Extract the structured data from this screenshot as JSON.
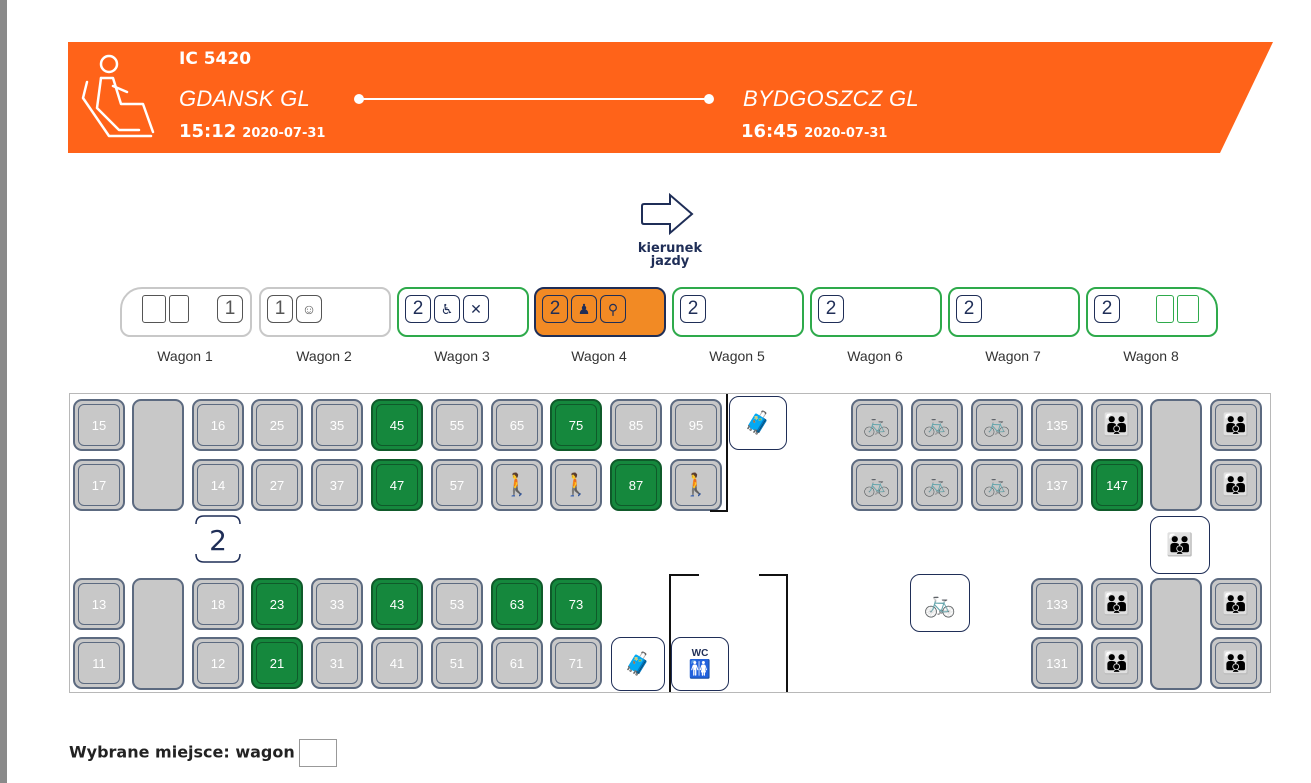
{
  "header": {
    "train_number": "IC 5420",
    "from_station": "GDANSK GL",
    "to_station": "BYDGOSZCZ GL",
    "departure_time": "15:12",
    "departure_date": "2020-07-31",
    "arrival_time": "16:45",
    "arrival_date": "2020-07-31",
    "banner_color": "#ff6319"
  },
  "direction": {
    "line1": "kierunek",
    "line2": "jazdy"
  },
  "wagons": [
    {
      "label": "Wagon 1",
      "class": "1",
      "state": "unavailable"
    },
    {
      "label": "Wagon 2",
      "class": "1",
      "state": "unavailable"
    },
    {
      "label": "Wagon 3",
      "class": "2",
      "state": "available"
    },
    {
      "label": "Wagon 4",
      "class": "2",
      "state": "selected"
    },
    {
      "label": "Wagon 5",
      "class": "2",
      "state": "available"
    },
    {
      "label": "Wagon 6",
      "class": "2",
      "state": "available"
    },
    {
      "label": "Wagon 7",
      "class": "2",
      "state": "available"
    },
    {
      "label": "Wagon 8",
      "class": "2",
      "state": "available"
    }
  ],
  "seats": {
    "s15": "15",
    "s16": "16",
    "s25": "25",
    "s35": "35",
    "s45": "45",
    "s55": "55",
    "s65": "65",
    "s75": "75",
    "s85": "85",
    "s95": "95",
    "s17": "17",
    "s14": "14",
    "s27": "27",
    "s37": "37",
    "s47": "47",
    "s57": "57",
    "s87": "87",
    "s13": "13",
    "s18": "18",
    "s23": "23",
    "s33": "33",
    "s43": "43",
    "s53": "53",
    "s63": "63",
    "s73": "73",
    "s11": "11",
    "s12": "12",
    "s21": "21",
    "s31": "31",
    "s41": "41",
    "s51": "51",
    "s61": "61",
    "s71": "71",
    "s135": "135",
    "s137": "137",
    "s147": "147",
    "s133": "133",
    "s131": "131"
  },
  "wc_label": "WC",
  "colors": {
    "free_seat": "#15883d",
    "taken_seat": "#c8c8c8",
    "selected_wagon": "#f28a24",
    "available_wagon_border": "#2eaa4b"
  },
  "footer": {
    "label": "Wybrane miejsce: wagon",
    "value": ""
  }
}
